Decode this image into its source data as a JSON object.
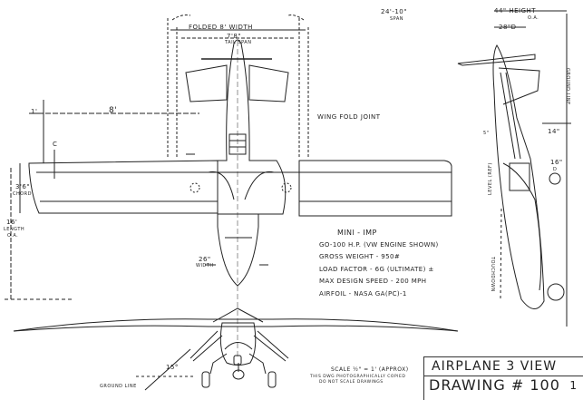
{
  "title_block": {
    "title": "AIRPLANE 3 VIEW",
    "drawing": "DRAWING # 100",
    "sheet": "1"
  },
  "specs": {
    "name": "MINI - IMP",
    "lines": [
      "GO-100 H.P. (VW ENGINE SHOWN)",
      "GROSS WEIGHT - 950#",
      "LOAD FACTOR - 6G (ULTIMATE) ±",
      "MAX DESIGN SPEED - 200 MPH",
      "AIRFOIL - NASA GA(PC)-1"
    ]
  },
  "dimensions": {
    "folded_width": "FOLDED  8'  WIDTH",
    "tail_span": "7'8\"",
    "tail_span_label": "TAIL SPAN",
    "wing_span": "24'-10\"",
    "wing_span_label": "SPAN",
    "height": "44\" HEIGHT",
    "height_oa": "O.A.",
    "prop_dia": "28\"D",
    "one_ft": "1'",
    "eight_ft": "8'",
    "chord": "3'6\"",
    "chord_label": "CHORD",
    "length": "16'",
    "length_label": "LENGTH",
    "length_oa": "O.A.",
    "fuselage_width": "26\"",
    "fuselage_width_label": "WIDTH",
    "c_mark": "C",
    "wheel_offset": "14\"",
    "wheel_dia": "16\"",
    "wheel_dia_d": "D",
    "angle": "15°",
    "level_ref": "LEVEL (REF)",
    "step": "5\""
  },
  "labels": {
    "wing_fold_joint": "WING FOLD JOINT",
    "ground_line_side": "GROUND LINE",
    "ground_line_front": "GROUND LINE",
    "touchdown": "TOUCHDOWN",
    "scale": "SCALE ½\" = 1' (APPROX)",
    "scale_note1": "THIS DWG PHOTOGRAPHICALLY COPIED",
    "scale_note2": "DO NOT SCALE DRAWINGS"
  }
}
